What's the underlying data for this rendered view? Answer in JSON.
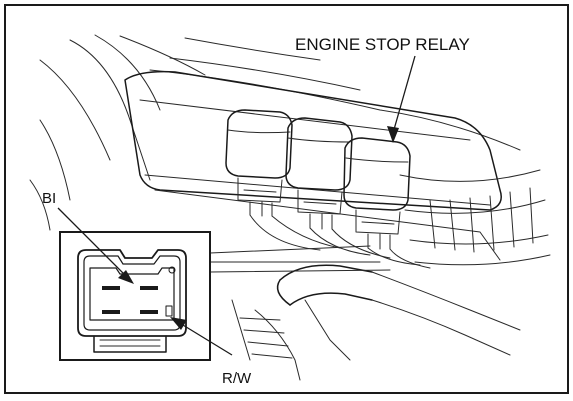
{
  "labels": {
    "engine_stop_relay": "ENGINE STOP RELAY",
    "bi": "BI",
    "rw": "R/W"
  },
  "colors": {
    "ink": "#1a1a1a",
    "paper": "#ffffff"
  }
}
